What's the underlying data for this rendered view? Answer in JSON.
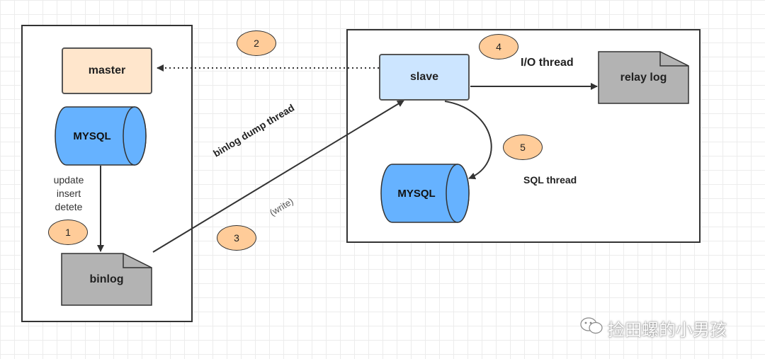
{
  "nodes": {
    "master": "master",
    "slave": "slave",
    "master_db": "MYSQL",
    "slave_db": "MYSQL",
    "binlog": "binlog",
    "relay_log": "relay log"
  },
  "operations": [
    "update",
    "insert",
    "detete"
  ],
  "edge_labels": {
    "binlog_dump": "binlog dump thread",
    "write": "(write)",
    "io_thread": "I/O thread",
    "sql_thread": "SQL thread"
  },
  "steps": [
    "1",
    "2",
    "3",
    "4",
    "5"
  ],
  "watermark": "捡田螺的小男孩",
  "colors": {
    "master_fill": "#ffe6cc",
    "slave_fill": "#cce5ff",
    "db_fill": "#66b2ff",
    "doc_fill": "#b3b3b3",
    "step_fill": "#ffcc99"
  }
}
